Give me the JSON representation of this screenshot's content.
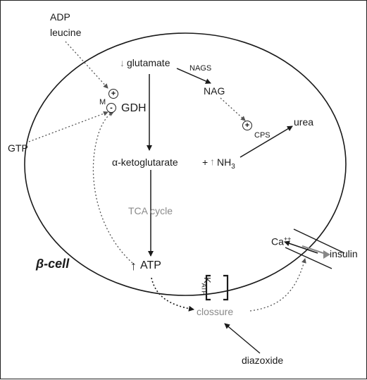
{
  "labels": {
    "adp": "ADP",
    "leucine": "leucine",
    "gtp": "GTP",
    "glutamate": "glutamate",
    "nags": "NAGS",
    "nag": "NAG",
    "m": "M",
    "gdh": "GDH",
    "cps": "CPS",
    "urea": "urea",
    "alpha_ketoglutarate": "α-ketoglutarate",
    "plus": "+",
    "nh3": "NH",
    "nh3_sub": "3",
    "tca_cycle": "TCA cycle",
    "atp": "ATP",
    "beta_cell": "β-cell",
    "katp": "K",
    "katp_sub": "ATP",
    "closure": "clossure",
    "diazoxide": "diazoxide",
    "ca": "Ca",
    "ca_sup": "++",
    "insulin": "insulin",
    "plus_sign": "+",
    "minus_sign": "-"
  },
  "colors": {
    "stroke": "#1a1a1a",
    "muted_text": "#8a8a8a",
    "dotted": "#555555"
  }
}
